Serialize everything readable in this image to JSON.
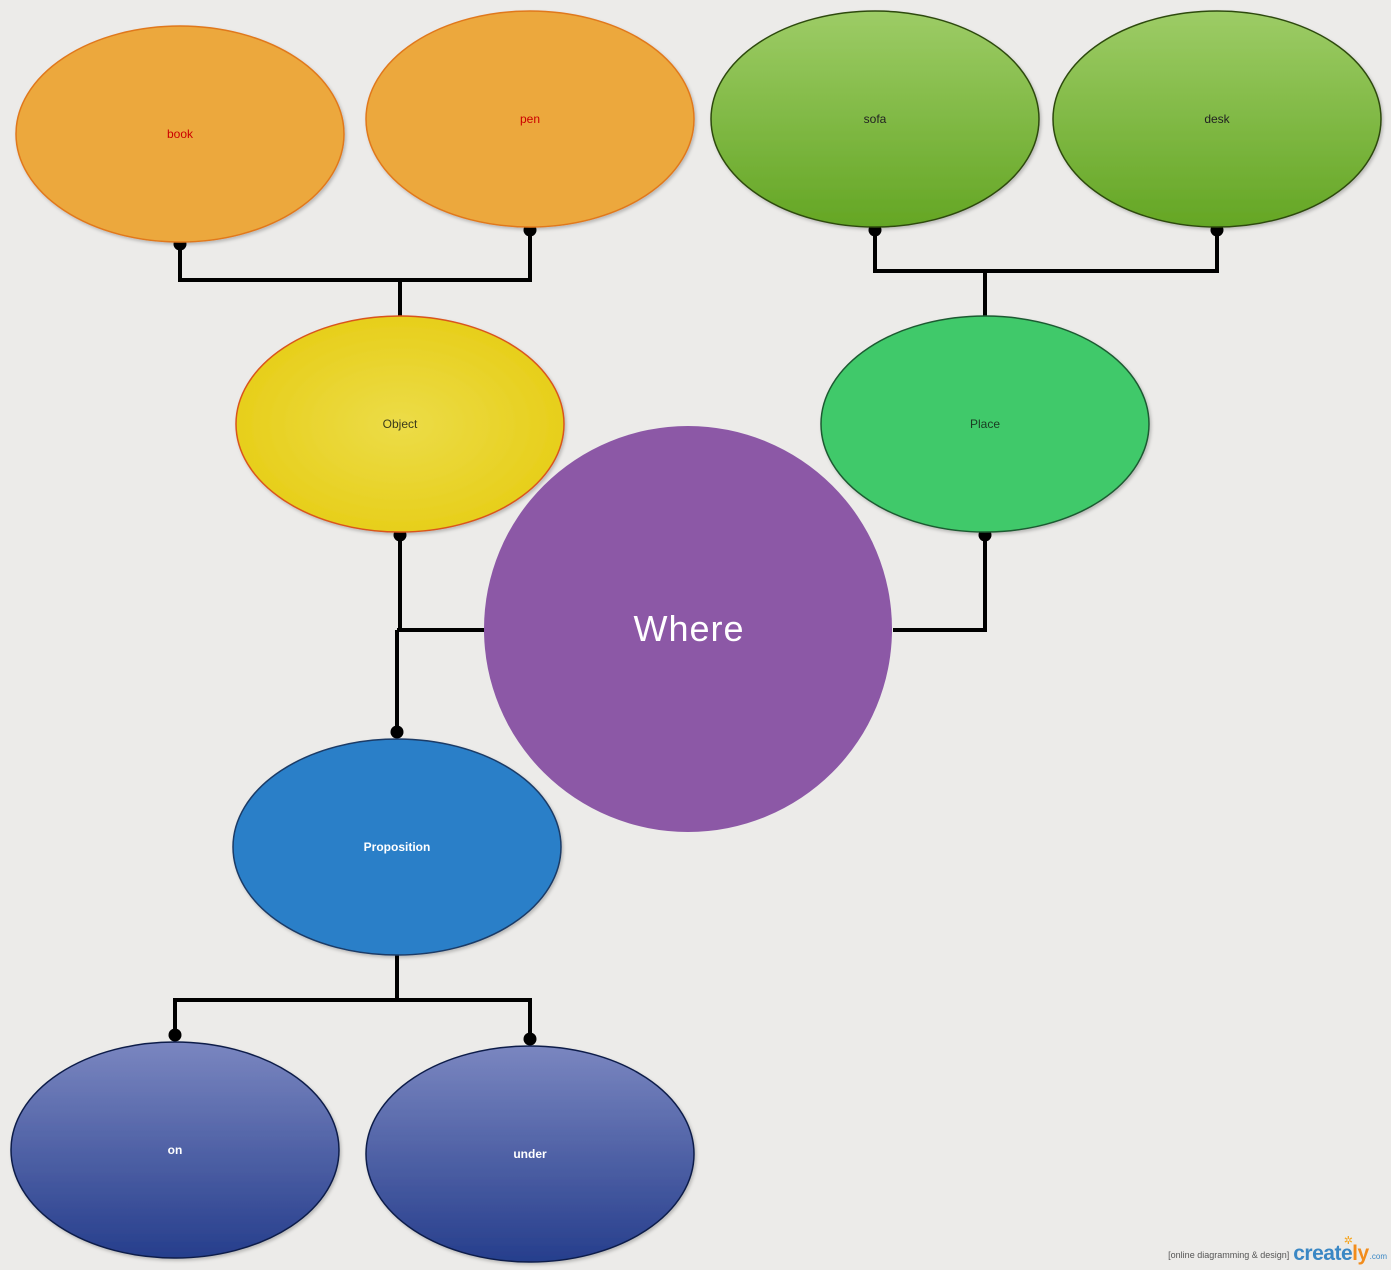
{
  "nodes": {
    "where": {
      "label": "Where",
      "fill": "#8c58a6",
      "text_color": "#ffffff"
    },
    "object": {
      "label": "Object",
      "fill": "#e8d32a",
      "stroke": "#d9541c",
      "text_color": "#3a3a1a"
    },
    "place": {
      "label": "Place",
      "fill": "#3fc96a",
      "stroke": "#1e5a30",
      "text_color": "#1a3a22"
    },
    "proposition": {
      "label": "Proposition",
      "fill": "#2a7fc8",
      "stroke": "#1a3a66",
      "text_color": "#ffffff"
    },
    "book": {
      "label": "book",
      "fill": "#eca83e",
      "stroke": "#e0781c",
      "text_color": "#cc0000"
    },
    "pen": {
      "label": "pen",
      "fill": "#eca83e",
      "stroke": "#e0781c",
      "text_color": "#cc0000"
    },
    "sofa": {
      "label": "sofa",
      "fill_top": "#9dcc66",
      "fill_bottom": "#64a624",
      "stroke": "#2d4a10",
      "text_color": "#222222"
    },
    "desk": {
      "label": "desk",
      "fill_top": "#9dcc66",
      "fill_bottom": "#64a624",
      "stroke": "#2d4a10",
      "text_color": "#222222"
    },
    "on": {
      "label": "on",
      "fill_top": "#7a86c0",
      "fill_bottom": "#263e8c",
      "stroke": "#0f1e4a",
      "text_color": "#ffffff"
    },
    "under": {
      "label": "under",
      "fill_top": "#7a86c0",
      "fill_bottom": "#263e8c",
      "stroke": "#0f1e4a",
      "text_color": "#ffffff"
    }
  },
  "watermark": {
    "tagline": "[online diagramming & design]",
    "brand_main": "create",
    "brand_accent": "ly",
    "brand_suffix": ".com"
  }
}
